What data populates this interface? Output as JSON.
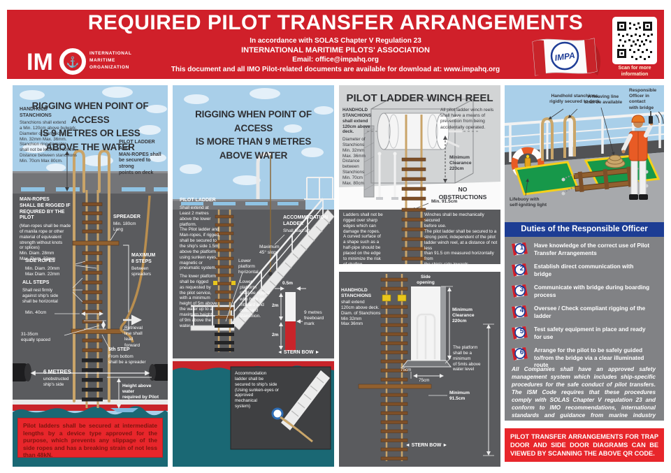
{
  "header": {
    "title": "REQUIRED PILOT TRANSFER ARRANGEMENTS",
    "line1": "In accordance with SOLAS Chapter V Regulation 23",
    "line2": "INTERNATIONAL MARITIME PILOTS' ASSOCIATION",
    "line3": "Email: office@impahq.org",
    "line4": "This document and all IMO Pilot-related documents are available for download at: www.impahq.org",
    "imo_acronym": "IM",
    "imo_name": "INTERNATIONAL\nMARITIME\nORGANIZATION",
    "impa_acronym": "IMPA",
    "qr_caption": "Scan for more\ninformation"
  },
  "panel1": {
    "title": "RIGGING WHEN POINT OF ACCESS\nIS 9 METRES OR LESS\nABOVE THE WATER",
    "handhold_label": "HANDHOLD\nSTANCHIONS",
    "handhold_body": "Stanchions shall extend\na Min. 120cm above bulwark.\nDiameter of stanchions\nMin. 32mm Max. 36mm.\nStanchion ring diameter\nshall not be less than 60mm.\nDistance between stanchions\nMin. 70cm Max 80cm.",
    "secured_note": "PILOT LADDER AND\nMAN-ROPES shall\nbe secured to strong\npoints on deck",
    "manropes_label": "MAN-ROPES\nSHALL BE RIGGED IF\nREQUIRED BY THE\nPILOT",
    "manropes_body": "(Man-ropes shall be made\nof manila rope or other\nmaterial of equivalent\nstrength without knots\nor splices)\nMin. Diam. 28mm\nMax. Diam. 32mm",
    "spreader_label": "SPREADER",
    "spreader_body": "Min. 180cm\nLong",
    "max_steps_label": "MAXIMUM\n8 STEPS",
    "max_steps_body": "Between\nspreaders",
    "side_ropes_label": "SIDE ROPES",
    "side_ropes_body": "Min. Diam. 20mm\nMax Diam. 22mm",
    "all_steps_label": "ALL  STEPS",
    "all_steps_body": "Shall rest firmly\nagainst ship's side\nshall be horizontal",
    "min40": "Min. 40cm",
    "spacing": "31-35cm\nequally spaced",
    "fifth_label": "5th STEP",
    "fifth_body": "From bottom\nshall be a spreader",
    "retrieval": "Retrieval\nline shall\nlead\nforward",
    "six_label": "6 METRES",
    "six_body": "unobstructed\nship's side",
    "height_label": "Height above water\nrequired by Pilot",
    "warning": "Pilot ladders shall be secured at intermediate lengths by a device type approved for the purpose, which prevents any slippage of the side ropes and has a breaking strain of not less than 48kN."
  },
  "panel2": {
    "title": "RIGGING WHEN POINT OF ACCESS\nIS MORE THAN 9 METRES\nABOVE WATER",
    "ladder_label": "PILOT LADDER",
    "ladder_body": "Shall extend at\nLeast 2 metres\nabove the lower\nplatform.\nThe Pilot ladder and\nMan-ropes, if rigged,\nshall be secured to\nthe ship's side 1.5m\nabove the platform\nusing sunken eyes,\nmagnetic or\npneumatic system.",
    "lower_body": "The lower platform\nshall be rigged\nas requested by\nthe pilot service,\nwith a minimum\nheight of 5m above\nthe water up to a\nmaximum height\nof 9m above the\nwater.",
    "accom_label": "ACCOMMODATION\nLADDER",
    "accom_body": "Shall lead aft",
    "slope": "Maximum\n45° slope",
    "horiz": "Lower\nplatform\nhorizontal.",
    "stanchion_note": "Lower\nplatform\nshall be rigged\nwith both an\ninboard and\noutboard\nstanchion.",
    "m05": "0.5m",
    "m2a": "2m",
    "m2b": "2m",
    "freeboard": "9 metres\nfreeboard\nmark",
    "stern_bow": "◄ STERN    BOW ►",
    "inset": "Accommodation\nladder shall be\nsecured to ship's side\n(Using sunken-eyes or\napproved\nmechanical\nsystem)"
  },
  "panel3": {
    "title": "PILOT LADDER WINCH REEL",
    "handhold_label": "HANDHOLD\nSTANCHIONS\nshall extend\n120cm above\ndeck.",
    "handhold_body": "Diameter of\nStanchions\nMin. 32mm\nMax. 36mm\nDistance\nbetween\nStanchions\nMin. 70cm\nMax. 80cm",
    "winch_note": "All pilot ladder winch reels\nshall have a means of\nprevention from being\naccidentally operated.",
    "clearance": "Minimum\nClearance\n220cm",
    "no_obstructions": "NO\nOBSTRUCTIONS",
    "min915": "Min. 91.5cm",
    "chafing": "Ladders shall not be\nrigged over sharp\nedges which can\ndamage the ropes.\nA curved surface of\na shape such as a\nhalf-pipe should be\nplaced on the edge\nto minimize the risk\nof chafing.",
    "winch_secured": "Winches shall be mechanically secured\nbefore use.",
    "strong_point": "The pilot ladder shall be secured to a\nstrong point, independent of the pilot\nladder winch reel, at a distance of not less\nthan 91.5 cm measured horizontally from\nthe ship's side inwards.",
    "side_opening": "Side\nopening",
    "handhold2_label": "HANDHOLD\nSTANCHIONS",
    "handhold2_body": "shall extend\n120cm above deck.\nDiam. of Stanchions\nMin 32mm\nMax 36mm",
    "clearance2": "Minimum\nClearance\n220cm",
    "platform_note": "The platform\nshall be a minimum\nof 5mts above\nwater level",
    "cm75a": "75cm",
    "cm75b": "75cm",
    "min915b": "Minimum\n91.5cm",
    "stern_bow": "◄ STERN    BOW ►"
  },
  "panel4": {
    "label_stanchions": "Handhold stanchions\nrigidly secured to deck",
    "label_heaving": "A heaving line\nshall be available",
    "label_officer": "Responsible\nOfficer in\ncontact\nwith bridge",
    "label_lifebuoy": "Lifebuoy with\nself-igniting light",
    "duties_title": "Duties of the Responsible Officer",
    "duties": [
      {
        "num": "1",
        "text": "Have knowledge of the correct use of Pilot\nTransfer Arrangements"
      },
      {
        "num": "2",
        "text": "Establish direct communication with\nbridge"
      },
      {
        "num": "3",
        "text": "Communicate with bridge during boarding\nprocess"
      },
      {
        "num": "4",
        "text": "Oversee / Check compliant rigging of the\nladder"
      },
      {
        "num": "5",
        "text": "Test safety equipment in place and ready\nfor use"
      },
      {
        "num": "6",
        "text": "Arrange for the pilot to be safely guided\nto/from the bridge via a clear illuminated\nroute"
      }
    ],
    "ism_note": "All Companies shall have an approved safety management system which includes ship-specific procedures for the safe conduct of pilot transfers. The ISM Code requires that these procedures comply with SOLAS Chapter V regulation 23 and conform to IMO recommendations, international standards and guidance from marine industry organizations.",
    "qr_note": "PILOT TRANSFER ARRANGEMENTS FOR TRAP DOOR AND SIDE DOOR DIAGRAMS CAN BE VIEWED BY SCANNING THE ABOVE QR CODE."
  },
  "colors": {
    "banner_red": "#d0202a",
    "box_red": "#e8262b",
    "blue": "#1d3d94",
    "sky": "#a9cfe9",
    "hull_gray": "#5a5b5e",
    "water_teal": "#1a6874",
    "panel_gray": "#818285",
    "light_gray": "#d2d4d5"
  }
}
